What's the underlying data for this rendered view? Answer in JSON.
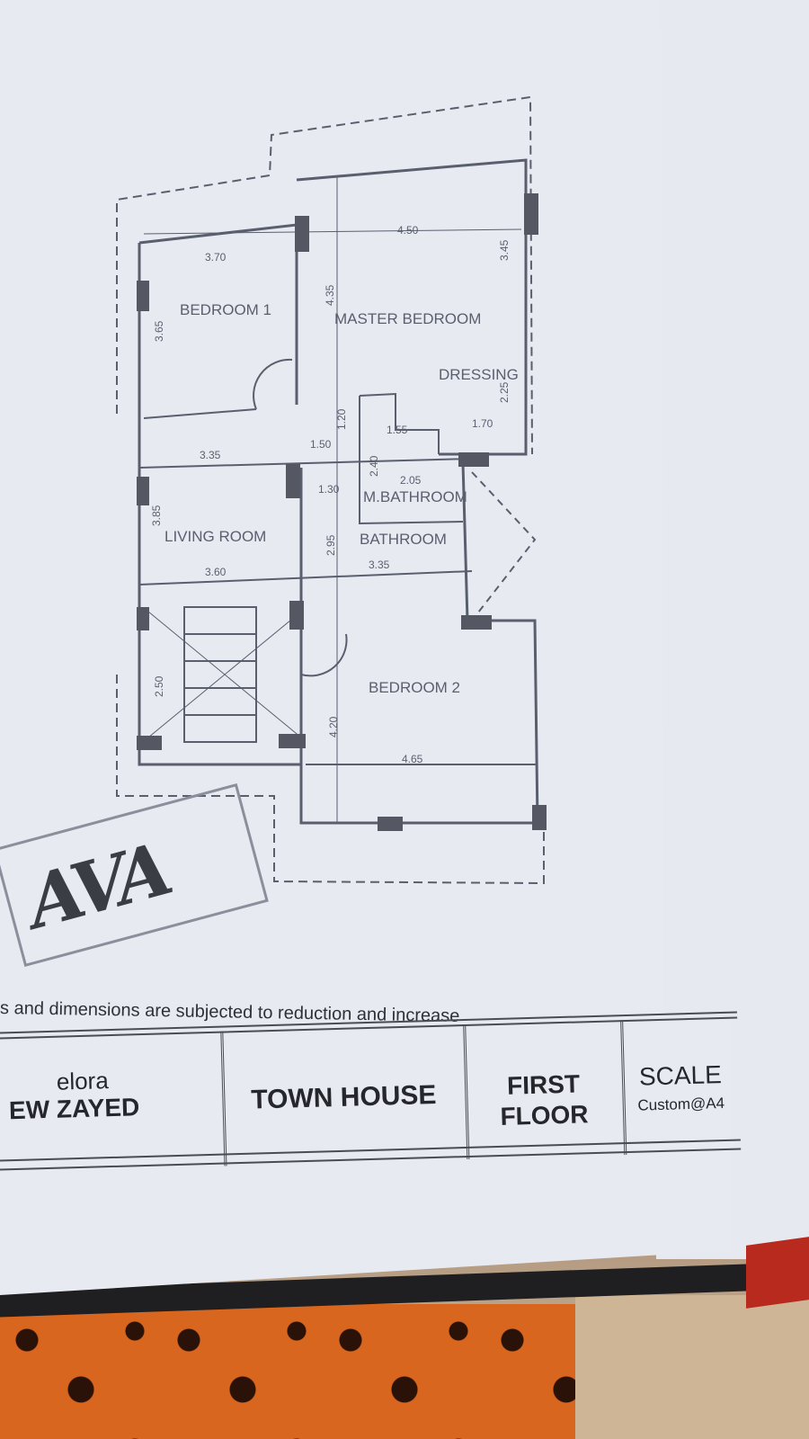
{
  "rooms": {
    "bedroom1": "BEDROOM 1",
    "master_bedroom": "MASTER BEDROOM",
    "dressing": "DRESSING",
    "living_room": "LIVING ROOM",
    "m_bathroom": "M.BATHROOM",
    "bathroom": "BATHROOM",
    "bedroom2": "BEDROOM 2"
  },
  "dimensions": {
    "d_370": "3.70",
    "d_450": "4.50",
    "d_345": "3.45",
    "d_365": "3.65",
    "d_435": "4.35",
    "d_225": "2.25",
    "d_155": "1.55",
    "d_170": "1.70",
    "d_120": "1.20",
    "d_335a": "3.35",
    "d_150": "1.50",
    "d_240": "2.40",
    "d_130": "1.30",
    "d_205": "2.05",
    "d_385": "3.85",
    "d_295": "2.95",
    "d_360": "3.60",
    "d_335b": "3.35",
    "d_250": "2.50",
    "d_420": "4.20",
    "d_465": "4.65"
  },
  "stamp_text": "AVA",
  "note": "s and dimensions are subjected to reduction and increase",
  "title_block": {
    "project_line1": "elora",
    "project_line2": "EW ZAYED",
    "type": "TOWN HOUSE",
    "floor_line1": "FIRST",
    "floor_line2": "FLOOR",
    "scale_label": "SCALE",
    "scale_value": "Custom@A4"
  }
}
